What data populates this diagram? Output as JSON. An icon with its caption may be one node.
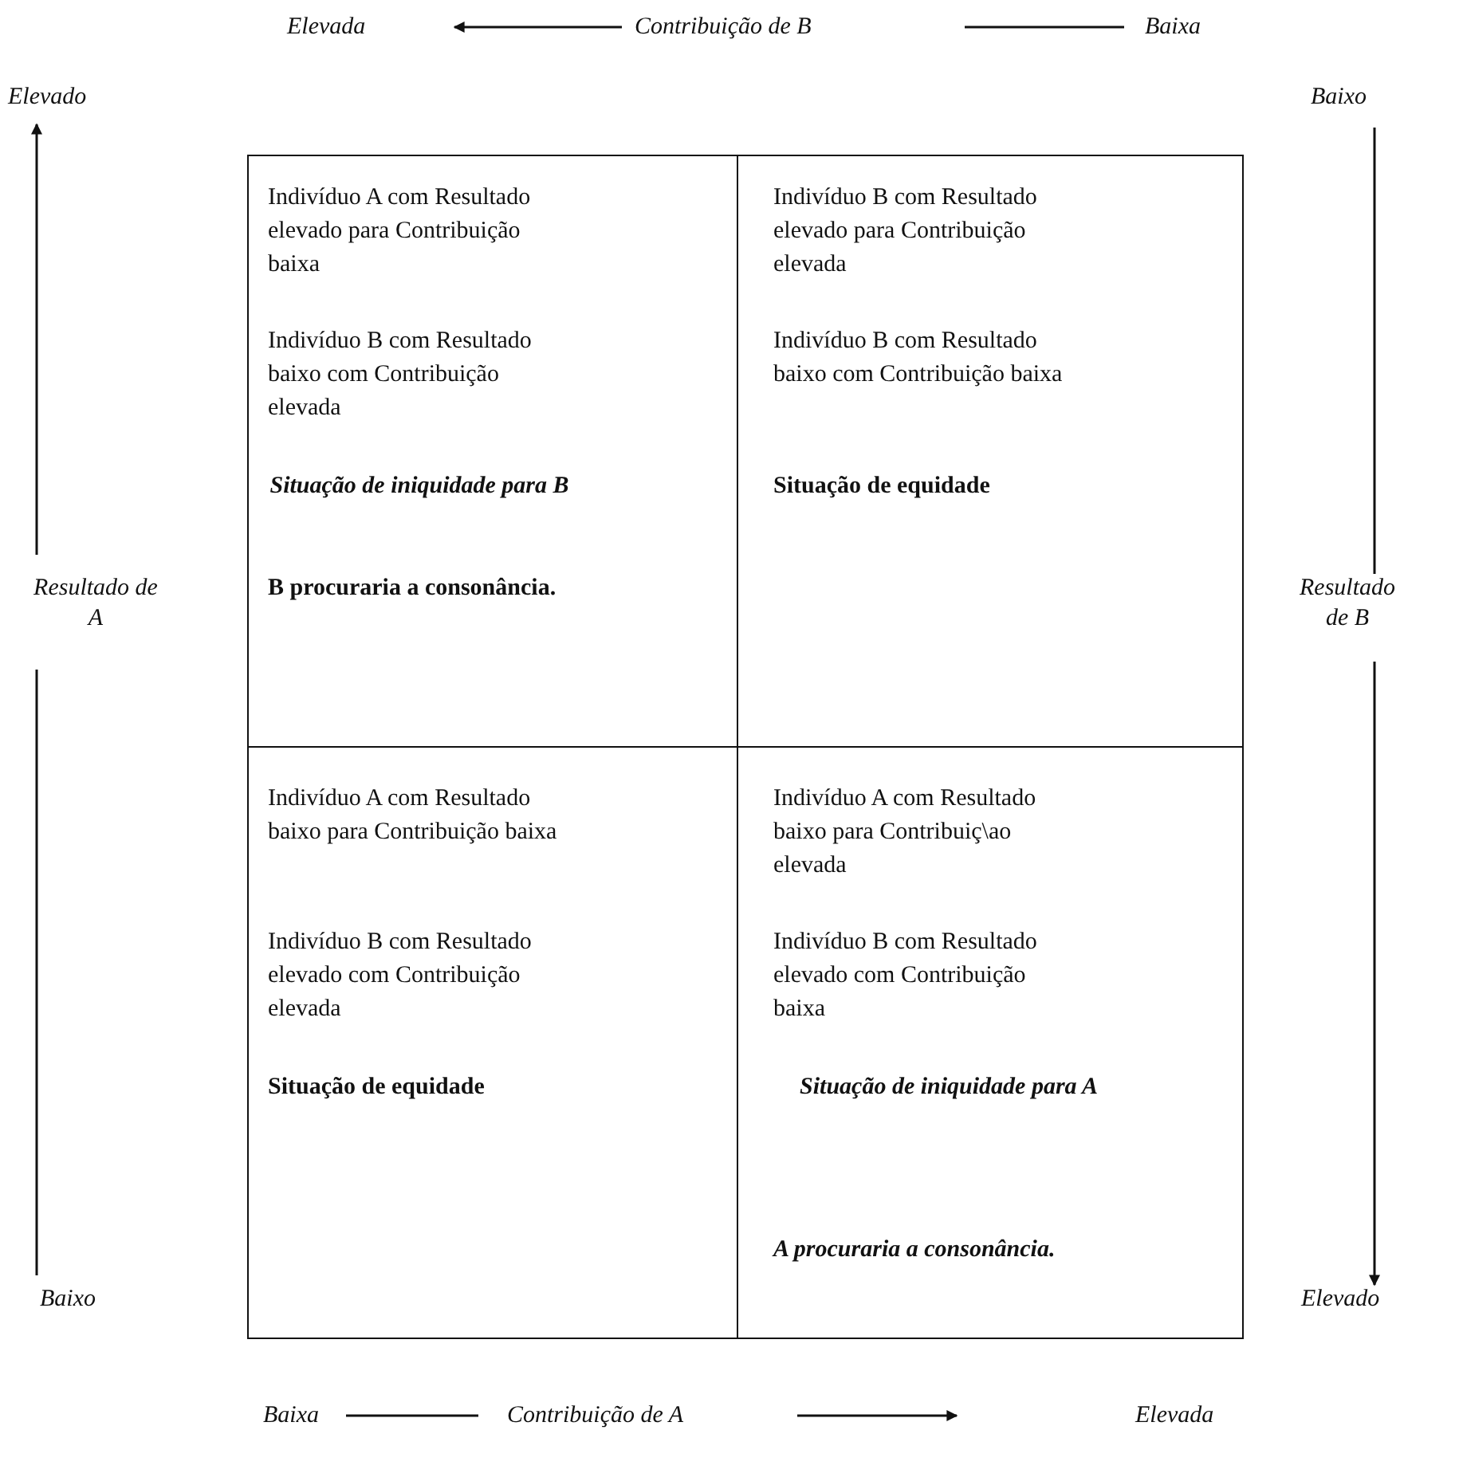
{
  "diagram": {
    "nodes": [
      {
        "text": [
          "Indivíduo A com Resultado elevado para Contribuição baixa",
          "Indivíduo B com Resultado baixo com Contribuição elevada",
          "Situação de iniquidade para B",
          "B procuraria a consonância."
        ]
      },
      {
        "text": [
          "Indivíduo B com Resultado elevado para Contribuição elevada",
          "Indivíduo B com Resultado baixo com Contribuição baixa",
          "Situação de equidade"
        ]
      },
      {
        "text": [
          "Indivíduo A com Resultado baixo para Contribuição baixa",
          "Indivíduo B com Resultado elevado com Contribuição elevada",
          "Situação de equidade"
        ]
      },
      {
        "text": [
          "Indivíduo A com Resultado baixo para Contribuiç\\ao elevada",
          "Indivíduo B com Resultado elevado com Contribuição baixa",
          "Situação de iniquidade para A",
          "A procuraria a consonância."
        ]
      }
    ],
    "labels": [
      "Elevada",
      "Contribuição de B",
      "Baixa",
      "Elevado",
      "Baixo",
      "Resultado de A",
      "Resultado de B",
      "Baixo",
      "Elevado",
      "Baixa",
      "Contribuição de A",
      "Elevada"
    ]
  }
}
